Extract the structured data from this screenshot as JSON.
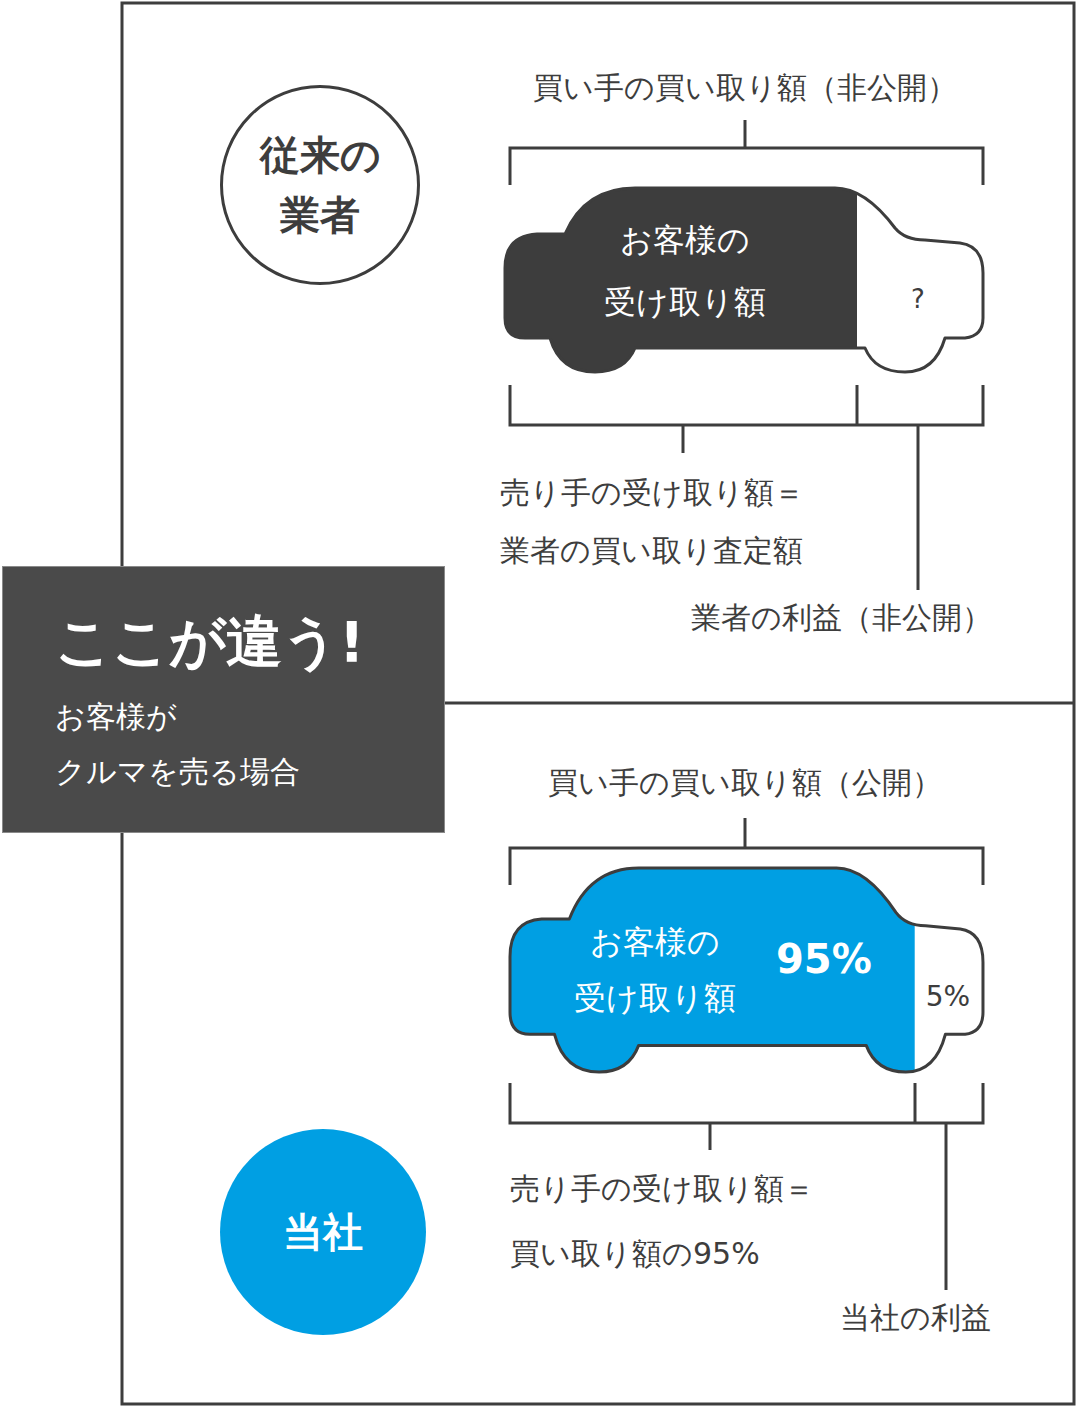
{
  "diagram": {
    "nodes": [
      {
        "text": [
          "従来の 業者"
        ]
      },
      {
        "text": [
          "お客様の 受け取り額"
        ]
      },
      {
        "text": [
          "?"
        ]
      },
      {
        "text": [
          "ここが違う!",
          "お客様が クルマを売る場合"
        ]
      },
      {
        "text": [
          "お客様の 受け取り額",
          "95%"
        ]
      },
      {
        "text": [
          "5%"
        ]
      },
      {
        "text": [
          "当社"
        ]
      }
    ],
    "labels": [
      "買い手の買い取り額（非公開）",
      "売り手の受け取り額＝ 業者の買い取り査定額",
      "業者の利益（非公開）",
      "買い手の買い取り額（公開）",
      "売り手の受け取り額＝ 買い取り額の95%",
      "当社の利益"
    ]
  }
}
